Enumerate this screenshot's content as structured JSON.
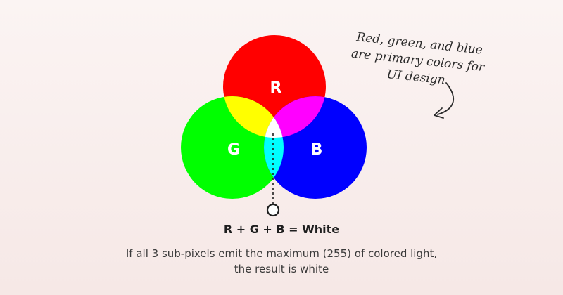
{
  "labels": {
    "red": "R",
    "green": "G",
    "blue": "B"
  },
  "colors": {
    "red": "#ff0000",
    "green": "#00ff00",
    "blue": "#0000ff",
    "yellow": "#ffff00",
    "magenta": "#ff00ff",
    "cyan": "#00ffff",
    "white": "#ffffff"
  },
  "annotation": {
    "line1": "Red, green, and blue",
    "line2": "are primary colors for",
    "line3": "UI design"
  },
  "formula": "R + G + B = White",
  "caption": {
    "line1": "If all 3 sub-pixels emit the maximum (255) of colored light,",
    "line2": "the result is white"
  }
}
